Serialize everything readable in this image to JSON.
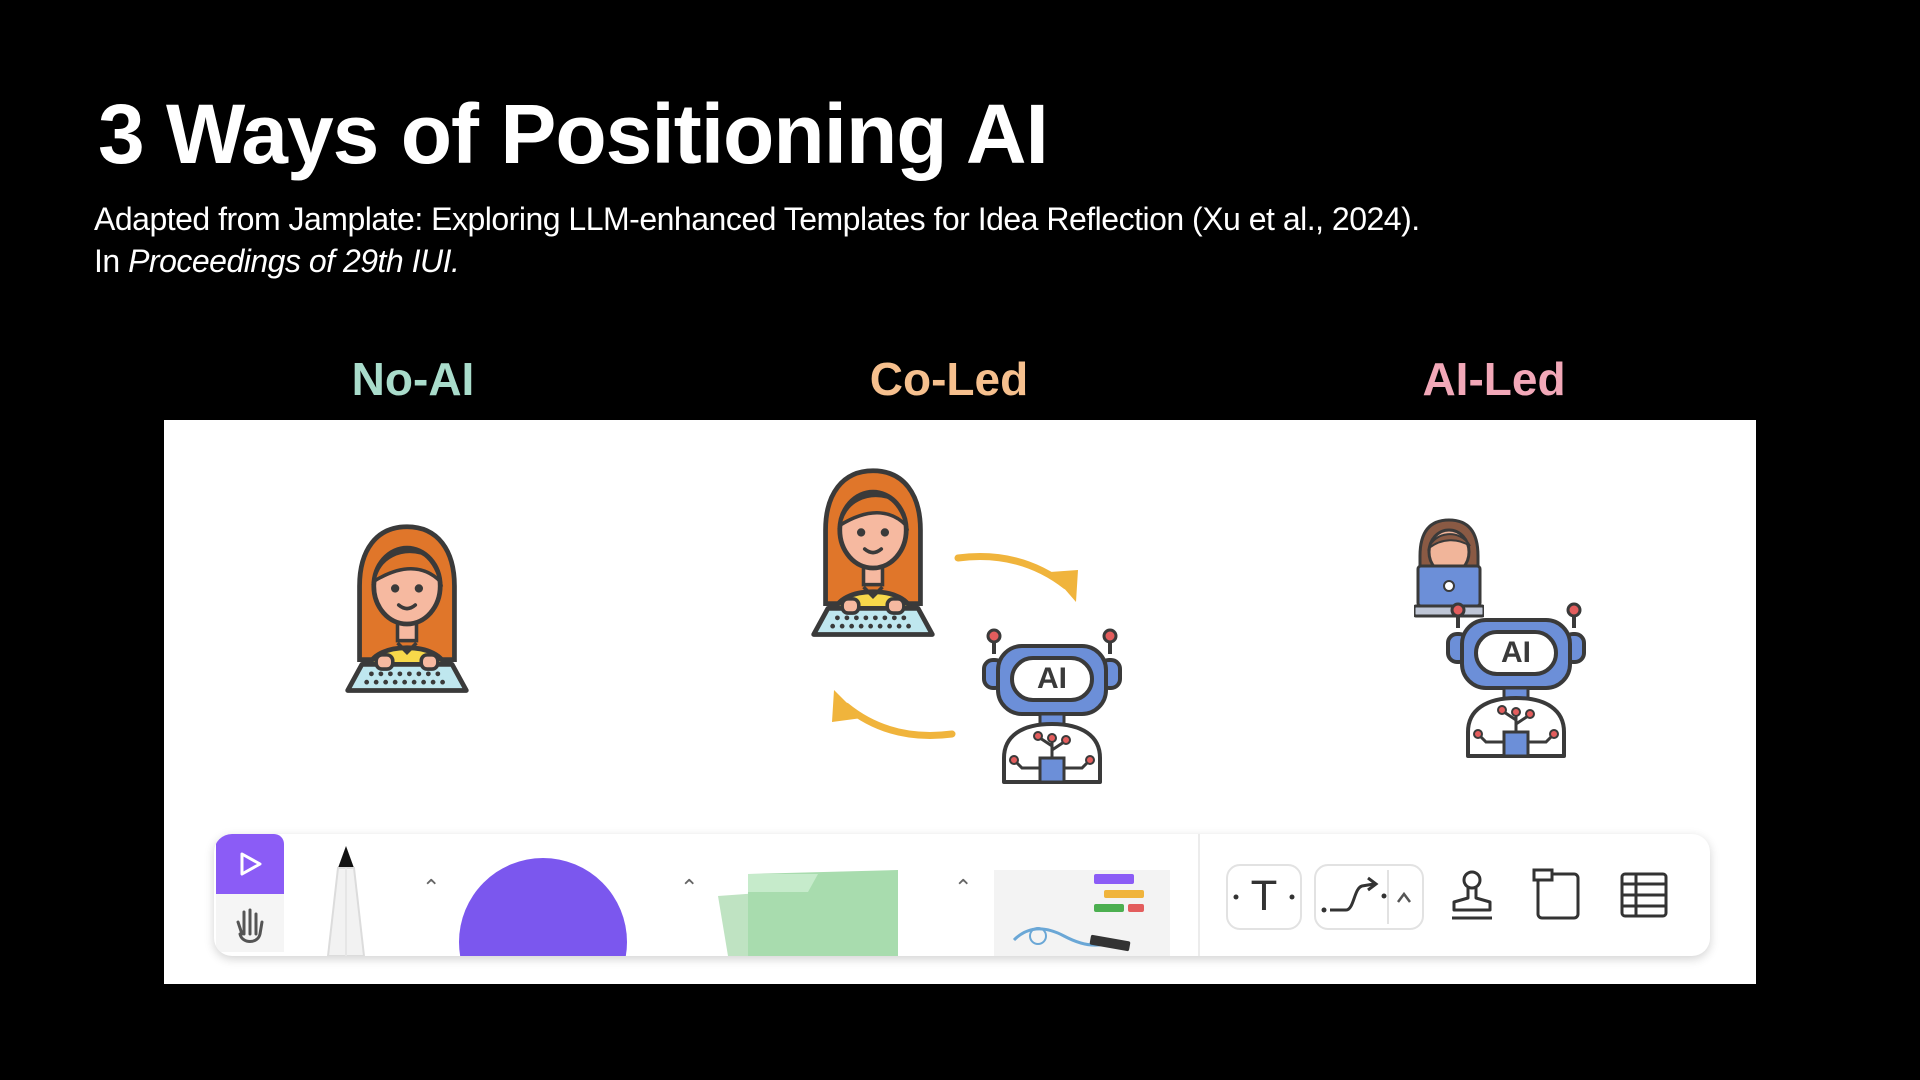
{
  "slide": {
    "title": "3 Ways of Positioning AI",
    "citation_line1": "Adapted from Jamplate: Exploring LLM-enhanced Templates for Idea Reflection (Xu et al., 2024).",
    "citation_line2_prefix": "In ",
    "citation_line2_italic": "Proceedings of 29th IUI."
  },
  "columns": [
    {
      "label": "No-AI",
      "color": "#a9dccb"
    },
    {
      "label": "Co-Led",
      "color": "#f6c08e"
    },
    {
      "label": "AI-Led",
      "color": "#f2a8b8"
    }
  ],
  "robot_badge": "AI",
  "toolbar": {
    "tools": [
      "select-tool",
      "hand-tool",
      "pen-tool",
      "shape-tool",
      "sticky-note-tool",
      "templates-tool",
      "text-tool",
      "connector-tool",
      "stamp-tool",
      "frame-tool",
      "table-tool"
    ],
    "text_tool_glyph": "T"
  },
  "colors": {
    "background": "#000000",
    "panel": "#ffffff",
    "hair": "#e0762a",
    "skin": "#f6b9a0",
    "shirt": "#f7d84a",
    "keyboard": "#bfe7ef",
    "robot_blue": "#6c8fd8",
    "arrow": "#f0b43c",
    "select_purple": "#8b5cf6",
    "shape_purple": "#7b57ee",
    "sticky_green": "#a8dcae"
  }
}
